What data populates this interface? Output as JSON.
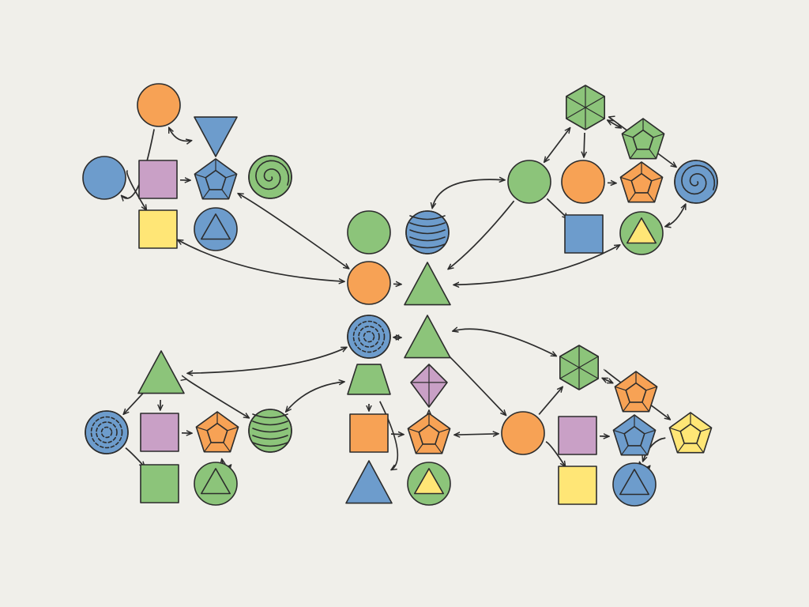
{
  "colors": {
    "background": "#f0efea",
    "orange": "#f7a255",
    "blue": "#6d9ccc",
    "green": "#8cc47a",
    "purple": "#c9a0c6",
    "yellow": "#ffe676",
    "stroke": "#2c2c2c"
  },
  "nodes": [
    {
      "id": "tl-circle-orange",
      "shape": "circle",
      "color": "orange",
      "cluster": "top-left"
    },
    {
      "id": "tl-triangle-down-blue",
      "shape": "triangle-down",
      "color": "blue",
      "cluster": "top-left"
    },
    {
      "id": "tl-circle-blue",
      "shape": "circle",
      "color": "blue",
      "cluster": "top-left"
    },
    {
      "id": "tl-square-purple",
      "shape": "square",
      "color": "purple",
      "cluster": "top-left"
    },
    {
      "id": "tl-pentagon-blue",
      "shape": "faceted-pentagon",
      "color": "blue",
      "cluster": "top-left"
    },
    {
      "id": "tl-swirl-green",
      "shape": "swirl-ball",
      "color": "green",
      "cluster": "top-left"
    },
    {
      "id": "tl-square-yellow",
      "shape": "square",
      "color": "yellow",
      "cluster": "top-left"
    },
    {
      "id": "tl-circle-triangle-blue",
      "shape": "circle-triangle",
      "color": "blue",
      "cluster": "top-left"
    },
    {
      "id": "c-circle-green",
      "shape": "circle",
      "color": "green",
      "cluster": "center"
    },
    {
      "id": "c-striped-blue",
      "shape": "striped-ball",
      "color": "blue",
      "cluster": "center"
    },
    {
      "id": "c-circle-orange",
      "shape": "circle",
      "color": "orange",
      "cluster": "center"
    },
    {
      "id": "c-triangle-green-1",
      "shape": "triangle",
      "color": "green",
      "cluster": "center"
    },
    {
      "id": "c-pattern-blue",
      "shape": "pattern-ball",
      "color": "blue",
      "cluster": "center"
    },
    {
      "id": "c-triangle-green-2",
      "shape": "triangle",
      "color": "green",
      "cluster": "center"
    },
    {
      "id": "tr-hexagon-green",
      "shape": "faceted-hexagon",
      "color": "green",
      "cluster": "top-right"
    },
    {
      "id": "tr-pentagon-green",
      "shape": "faceted-pentagon",
      "color": "green",
      "cluster": "top-right"
    },
    {
      "id": "tr-circle-green",
      "shape": "circle",
      "color": "green",
      "cluster": "top-right"
    },
    {
      "id": "tr-circle-orange",
      "shape": "circle",
      "color": "orange",
      "cluster": "top-right"
    },
    {
      "id": "tr-pentagon-orange",
      "shape": "faceted-pentagon",
      "color": "orange",
      "cluster": "top-right"
    },
    {
      "id": "tr-swirl-blue",
      "shape": "swirl-ball",
      "color": "blue",
      "cluster": "top-right"
    },
    {
      "id": "tr-square-blue",
      "shape": "square",
      "color": "blue",
      "cluster": "top-right"
    },
    {
      "id": "tr-circle-triangle-yellow",
      "shape": "circle-triangle",
      "color": "green",
      "cluster": "top-right"
    },
    {
      "id": "bl-triangle-green",
      "shape": "triangle",
      "color": "green",
      "cluster": "bottom-left"
    },
    {
      "id": "bl-pattern-blue",
      "shape": "pattern-ball",
      "color": "blue",
      "cluster": "bottom-left"
    },
    {
      "id": "bl-square-purple",
      "shape": "square",
      "color": "purple",
      "cluster": "bottom-left"
    },
    {
      "id": "bl-pentagon-orange",
      "shape": "faceted-pentagon",
      "color": "orange",
      "cluster": "bottom-left"
    },
    {
      "id": "bl-striped-green",
      "shape": "striped-ball",
      "color": "green",
      "cluster": "bottom-left"
    },
    {
      "id": "bl-square-green",
      "shape": "square",
      "color": "green",
      "cluster": "bottom-left"
    },
    {
      "id": "bl-circle-triangle-green",
      "shape": "circle-triangle",
      "color": "green",
      "cluster": "bottom-left"
    },
    {
      "id": "bc-trapezoid-green",
      "shape": "trapezoid",
      "color": "green",
      "cluster": "bottom-center"
    },
    {
      "id": "bc-kite-purple",
      "shape": "kite",
      "color": "purple",
      "cluster": "bottom-center"
    },
    {
      "id": "bc-square-orange",
      "shape": "square",
      "color": "orange",
      "cluster": "bottom-center"
    },
    {
      "id": "bc-pentagon-orange",
      "shape": "faceted-pentagon",
      "color": "orange",
      "cluster": "bottom-center"
    },
    {
      "id": "bc-triangle-blue",
      "shape": "triangle",
      "color": "blue",
      "cluster": "bottom-center"
    },
    {
      "id": "bc-circle-triangle-yellow",
      "shape": "circle-triangle",
      "color": "green",
      "cluster": "bottom-center"
    },
    {
      "id": "br-hexagon-green",
      "shape": "faceted-hexagon",
      "color": "green",
      "cluster": "bottom-right"
    },
    {
      "id": "br-pentagon-orange",
      "shape": "faceted-pentagon",
      "color": "orange",
      "cluster": "bottom-right"
    },
    {
      "id": "br-circle-orange",
      "shape": "circle",
      "color": "orange",
      "cluster": "bottom-right"
    },
    {
      "id": "br-square-purple",
      "shape": "square",
      "color": "purple",
      "cluster": "bottom-right"
    },
    {
      "id": "br-pentagon-blue",
      "shape": "faceted-pentagon",
      "color": "blue",
      "cluster": "bottom-right"
    },
    {
      "id": "br-pentagon-yellow",
      "shape": "faceted-pentagon",
      "color": "yellow",
      "cluster": "bottom-right"
    },
    {
      "id": "br-square-yellow",
      "shape": "square",
      "color": "yellow",
      "cluster": "bottom-right"
    },
    {
      "id": "br-circle-triangle-blue",
      "shape": "circle-triangle",
      "color": "blue",
      "cluster": "bottom-right"
    }
  ],
  "edges": [
    {
      "from": "tl-circle-orange",
      "to": "tl-circle-blue",
      "direction": "forward"
    },
    {
      "from": "tl-circle-orange",
      "to": "tl-triangle-down-blue",
      "direction": "both"
    },
    {
      "from": "tl-square-purple",
      "to": "tl-pentagon-blue",
      "direction": "forward"
    },
    {
      "from": "tl-circle-blue",
      "to": "tl-square-yellow",
      "direction": "forward"
    },
    {
      "from": "tl-pentagon-blue",
      "to": "c-circle-orange",
      "direction": "both"
    },
    {
      "from": "tl-square-yellow",
      "to": "c-circle-orange",
      "direction": "both"
    },
    {
      "from": "c-circle-orange",
      "to": "c-triangle-green-1",
      "direction": "forward"
    },
    {
      "from": "c-pattern-blue",
      "to": "c-triangle-green-2",
      "direction": "both"
    },
    {
      "from": "c-pattern-blue",
      "to": "bl-triangle-green",
      "direction": "both"
    },
    {
      "from": "c-striped-blue",
      "to": "tr-circle-green",
      "direction": "both"
    },
    {
      "from": "tr-circle-green",
      "to": "c-triangle-green-1",
      "direction": "forward"
    },
    {
      "from": "tr-circle-triangle-yellow",
      "to": "c-triangle-green-1",
      "direction": "both"
    },
    {
      "from": "tr-hexagon-green",
      "to": "tr-circle-green",
      "direction": "both"
    },
    {
      "from": "tr-hexagon-green",
      "to": "tr-circle-orange",
      "direction": "forward"
    },
    {
      "from": "tr-hexagon-green",
      "to": "tr-pentagon-green",
      "direction": "both"
    },
    {
      "from": "tr-hexagon-green",
      "to": "tr-swirl-blue",
      "direction": "both"
    },
    {
      "from": "tr-circle-orange",
      "to": "tr-pentagon-orange",
      "direction": "forward"
    },
    {
      "from": "tr-swirl-blue",
      "to": "tr-circle-triangle-yellow",
      "direction": "both"
    },
    {
      "from": "tr-circle-green",
      "to": "tr-square-blue",
      "direction": "forward"
    },
    {
      "from": "bl-triangle-green",
      "to": "bl-pattern-blue",
      "direction": "forward"
    },
    {
      "from": "bl-triangle-green",
      "to": "bl-square-purple",
      "direction": "forward"
    },
    {
      "from": "bl-triangle-green",
      "to": "bl-striped-green",
      "direction": "both"
    },
    {
      "from": "bl-square-purple",
      "to": "bl-pentagon-orange",
      "direction": "forward"
    },
    {
      "from": "bl-pattern-blue",
      "to": "bl-square-green",
      "direction": "forward"
    },
    {
      "from": "bl-pentagon-orange",
      "to": "bl-circle-triangle-green",
      "direction": "both"
    },
    {
      "from": "bl-striped-green",
      "to": "bc-trapezoid-green",
      "direction": "both"
    },
    {
      "from": "bc-trapezoid-green",
      "to": "bc-square-orange",
      "direction": "forward"
    },
    {
      "from": "bc-trapezoid-green",
      "to": "bc-triangle-blue",
      "direction": "forward"
    },
    {
      "from": "bc-square-orange",
      "to": "bc-pentagon-orange",
      "direction": "forward"
    },
    {
      "from": "bc-kite-purple",
      "to": "bc-pentagon-orange",
      "direction": "forward"
    },
    {
      "from": "bc-pentagon-orange",
      "to": "br-circle-orange",
      "direction": "both"
    },
    {
      "from": "c-triangle-green-2",
      "to": "br-hexagon-green",
      "direction": "both"
    },
    {
      "from": "c-triangle-green-2",
      "to": "br-circle-orange",
      "direction": "forward"
    },
    {
      "from": "br-circle-orange",
      "to": "br-hexagon-green",
      "direction": "forward"
    },
    {
      "from": "br-hexagon-green",
      "to": "br-pentagon-orange",
      "direction": "both"
    },
    {
      "from": "br-hexagon-green",
      "to": "br-pentagon-yellow",
      "direction": "forward"
    },
    {
      "from": "br-square-purple",
      "to": "br-pentagon-blue",
      "direction": "forward"
    },
    {
      "from": "br-circle-orange",
      "to": "br-square-yellow",
      "direction": "forward"
    },
    {
      "from": "br-pentagon-blue",
      "to": "br-circle-triangle-blue",
      "direction": "both"
    },
    {
      "from": "br-pentagon-yellow",
      "to": "br-circle-triangle-blue",
      "direction": "forward"
    }
  ]
}
